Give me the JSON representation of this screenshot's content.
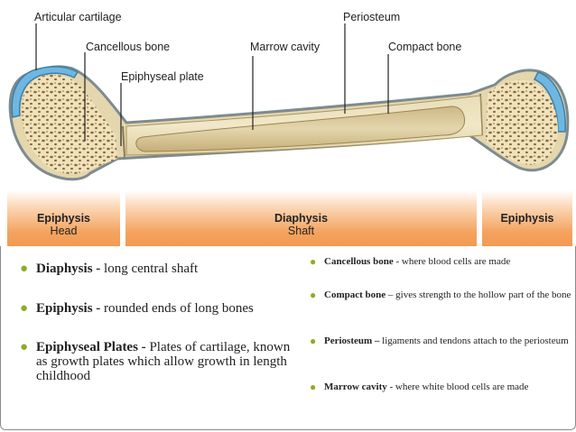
{
  "labels": {
    "articular_cartilage": "Articular cartilage",
    "periosteum": "Periosteum",
    "cancellous_bone": "Cancellous bone",
    "marrow_cavity": "Marrow cavity",
    "compact_bone": "Compact bone",
    "epiphyseal_plate": "Epiphyseal plate"
  },
  "bands": [
    {
      "title": "Epiphysis",
      "subtitle": "Head"
    },
    {
      "title": "Diaphysis",
      "subtitle": "Shaft"
    },
    {
      "title": "Epiphysis",
      "subtitle": ""
    }
  ],
  "left_list": [
    {
      "term": "Diaphysis - ",
      "desc": "long central shaft"
    },
    {
      "term": "Epiphysis - ",
      "desc": "rounded ends of long bones"
    },
    {
      "term": "Epiphyseal Plates - ",
      "desc": "Plates of cartilage, known as growth plates which  allow growth in length childhood"
    }
  ],
  "right_list": [
    {
      "term": "Cancellous bone",
      "desc": " - where blood cells are made"
    },
    {
      "term": "Compact bone",
      "desc": " – gives strength to the hollow part of the bone"
    },
    {
      "term": "Periosteum –",
      "desc": " ligaments and tendons attach to the periosteum"
    },
    {
      "term": "Marrow cavity",
      "desc": " - where white blood cells are made"
    }
  ],
  "colors": {
    "bullet": "#8dab2a",
    "band": "#f4a35f",
    "bone": "#efe3c0",
    "cartilage": "#6fb7e0",
    "marrow": "#d9c79a"
  }
}
